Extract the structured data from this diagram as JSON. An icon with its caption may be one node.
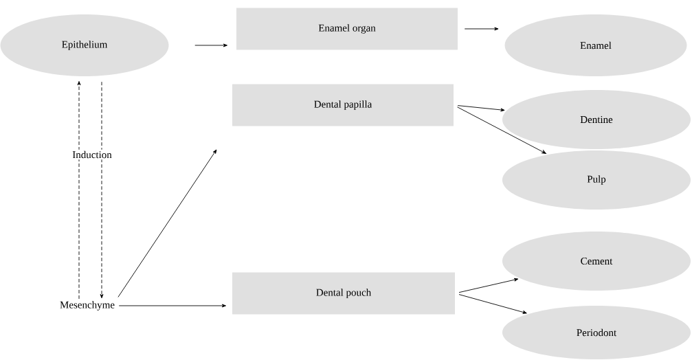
{
  "diagram": {
    "nodes": [
      {
        "text": [
          "Epithelium"
        ]
      },
      {
        "text": [
          "Enamel organ"
        ]
      },
      {
        "text": [
          "Enamel"
        ]
      },
      {
        "text": [
          "Dental papilla"
        ]
      },
      {
        "text": [
          "Dentine"
        ]
      },
      {
        "text": [
          "Pulp"
        ]
      },
      {
        "text": [
          "Mesenchyme"
        ]
      },
      {
        "text": [
          "Dental pouch"
        ]
      },
      {
        "text": [
          "Cement"
        ]
      },
      {
        "text": [
          "Periodont"
        ]
      }
    ],
    "edges": [
      {
        "from": 0,
        "to": 1,
        "arrow": "to"
      },
      {
        "from": 1,
        "to": 2,
        "arrow": "to"
      },
      {
        "from": 3,
        "to": 4,
        "arrow": "to"
      },
      {
        "from": 3,
        "to": 5,
        "arrow": "to"
      },
      {
        "from": 7,
        "to": 8,
        "arrow": "to"
      },
      {
        "from": 7,
        "to": 9,
        "arrow": "to"
      },
      {
        "from": 6,
        "to": 3,
        "arrow": "to"
      },
      {
        "from": 6,
        "to": 7,
        "arrow": "to"
      },
      {
        "from": 6,
        "to": 0,
        "arrow": "to",
        "style": "dashed"
      },
      {
        "from": 0,
        "to": 6,
        "arrow": "to",
        "style": "dashed"
      }
    ],
    "labels": [
      "Induction"
    ]
  }
}
